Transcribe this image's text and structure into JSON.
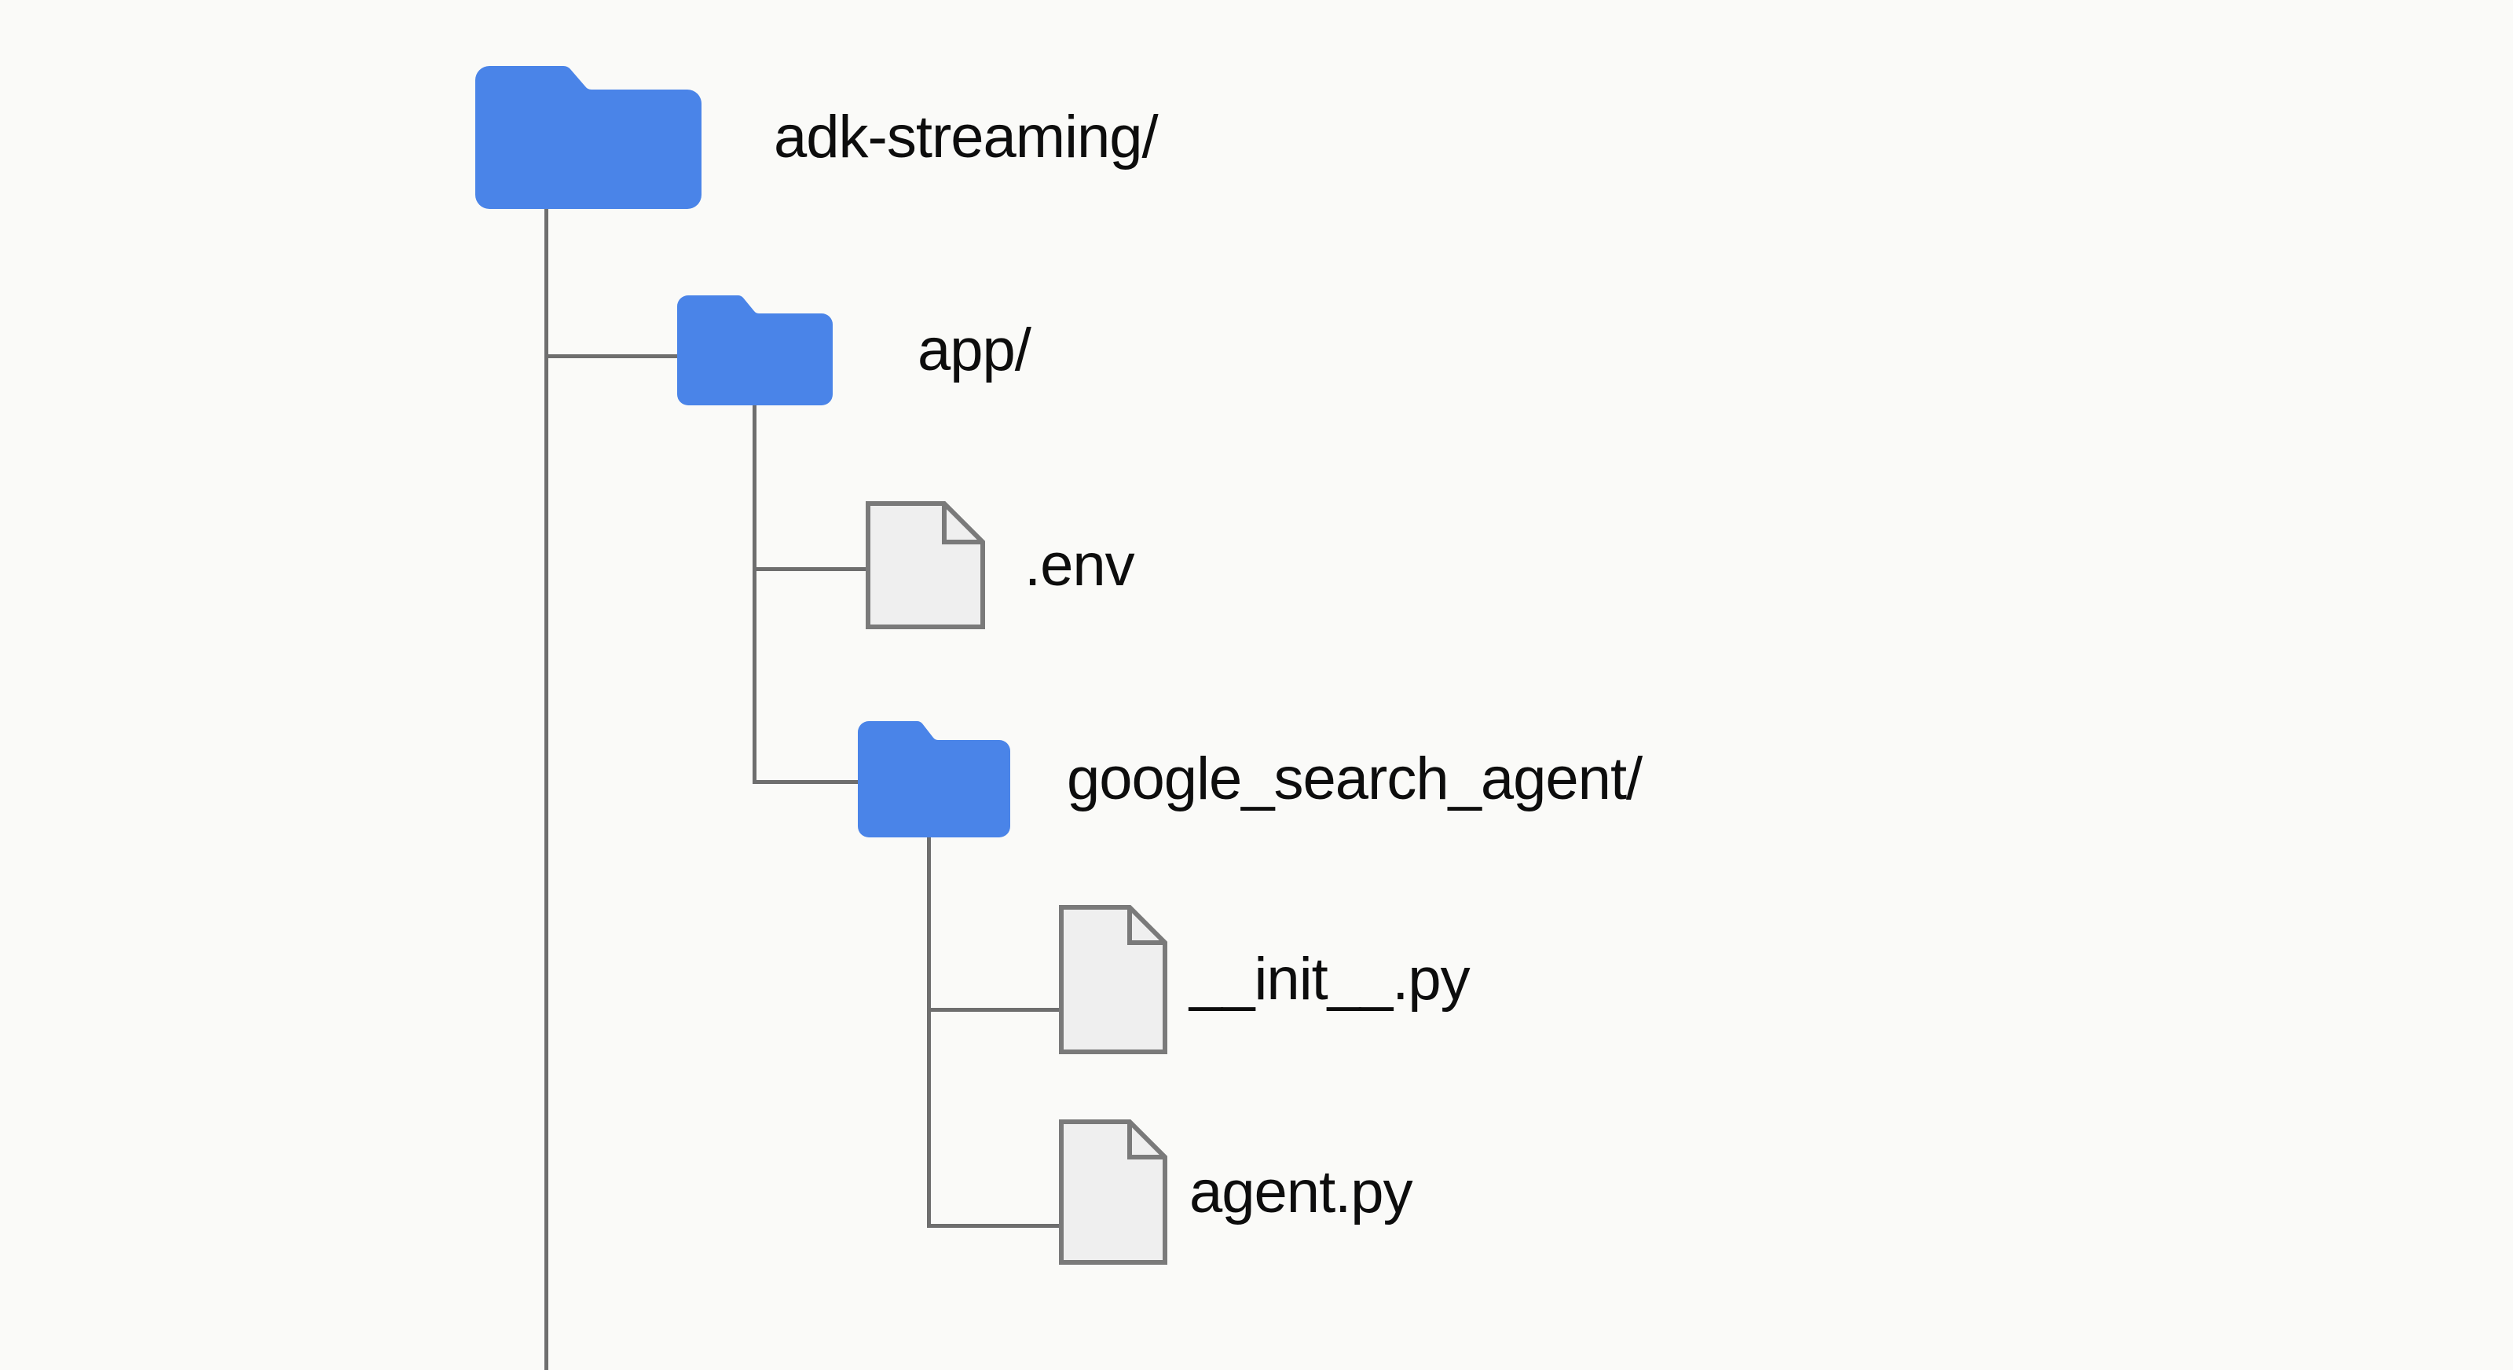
{
  "diagram": {
    "type": "directory-tree",
    "background_color": "#FAFAF8",
    "folder_color": "#4A84E8",
    "file_fill_color": "#EFEFEF",
    "file_stroke_color": "#7A7A7A",
    "line_color": "#6E6E6E",
    "text_color": "#0D0D0D",
    "nodes": [
      {
        "id": "root",
        "label": "adk-streaming/",
        "kind": "folder",
        "depth": 0,
        "icon": "folder-icon"
      },
      {
        "id": "app",
        "label": "app/",
        "kind": "folder",
        "depth": 1,
        "icon": "folder-icon"
      },
      {
        "id": "env",
        "label": ".env",
        "kind": "file",
        "depth": 2,
        "icon": "file-icon"
      },
      {
        "id": "google_search_agent",
        "label": "google_search_agent/",
        "kind": "folder",
        "depth": 2,
        "icon": "folder-icon"
      },
      {
        "id": "init_py",
        "label": "__init__.py",
        "kind": "file",
        "depth": 3,
        "icon": "file-icon"
      },
      {
        "id": "agent_py",
        "label": "agent.py",
        "kind": "file",
        "depth": 3,
        "icon": "file-icon"
      }
    ]
  }
}
